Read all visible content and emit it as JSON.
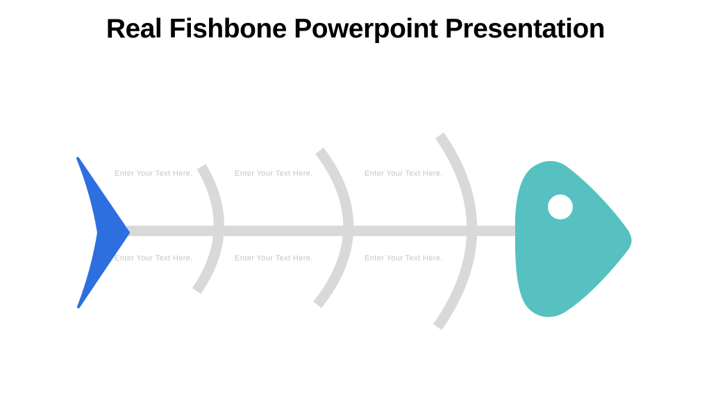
{
  "slide": {
    "title": "Real Fishbone Powerpoint Presentation",
    "background_color": "#ffffff",
    "title_color": "#000000"
  },
  "diagram": {
    "type": "fishbone",
    "colors": {
      "bone": "#d9d9d9",
      "tail": "#2e6fe0",
      "head": "#57c1c1",
      "eye": "#ffffff",
      "placeholder_text": "#c5c5c5"
    },
    "placeholders": {
      "top": [
        "Enter Your Text Here.",
        "Enter Your Text Here.",
        "Enter Your Text Here."
      ],
      "bottom": [
        "Enter Your Text Here.",
        "Enter Your Text Here.",
        "Enter Your Text Here."
      ]
    }
  }
}
